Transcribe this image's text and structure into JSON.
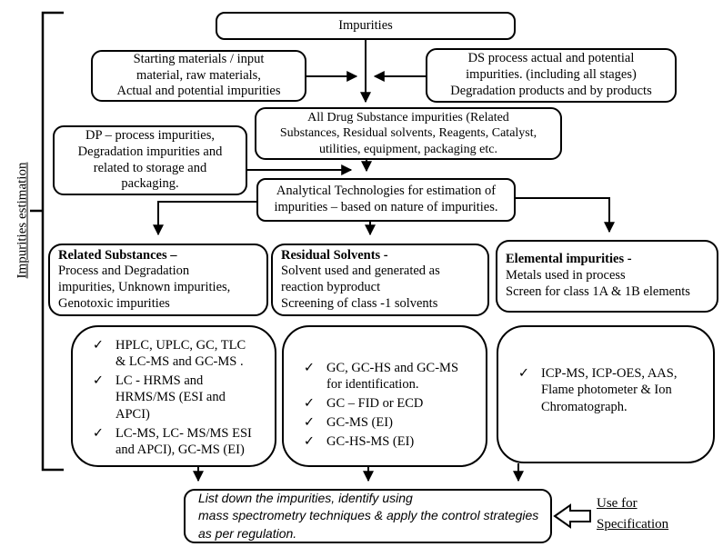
{
  "icons": {
    "check": "✓"
  },
  "side_label": "Impurities estimation",
  "boxes": {
    "impurities": "Impurities",
    "starting_materials": "Starting materials / input\nmaterial, raw materials,\nActual and potential impurities",
    "ds_process": "DS process actual and potential\nimpurities. (including all stages)\nDegradation products and by products",
    "all_drug_substance": "All Drug Substance impurities (Related\nSubstances, Residual solvents, Reagents, Catalyst,\nutilities, equipment, packaging etc.",
    "dp_process": "DP – process impurities,\nDegradation impurities and\nrelated to storage and\npackaging.",
    "analytical": "Analytical Technologies for estimation of\nimpurities – based on nature of impurities.",
    "related_substances": {
      "title": "Related Substances –",
      "body": "Process and Degradation\nimpurities, Unknown impurities,\nGenotoxic impurities"
    },
    "residual_solvents": {
      "title": "Residual Solvents -",
      "body": "Solvent used and generated as\nreaction byproduct\nScreening of class -1 solvents"
    },
    "elemental_impurities": {
      "title": "Elemental impurities -",
      "body": "Metals used in process\nScreen for class 1A & 1B elements"
    },
    "final_note": "List down the impurities, identify using\nmass spectrometry techniques & apply the control strategies\nas per regulation.",
    "use_for": "Use for\nSpecification"
  },
  "lists": {
    "related_methods": [
      "HPLC, UPLC, GC, TLC\n& LC-MS and GC-MS .",
      "LC - HRMS and\nHRMS/MS (ESI and\nAPCI)",
      "LC-MS, LC- MS/MS ESI\nand APCI), GC-MS (EI)"
    ],
    "residual_methods": [
      "GC, GC-HS and GC-MS\nfor identification.",
      "GC – FID or ECD",
      "GC-MS (EI)",
      "GC-HS-MS (EI)"
    ],
    "elemental_methods": [
      "ICP-MS, ICP-OES, AAS,\nFlame photometer & Ion\nChromatograph."
    ]
  }
}
